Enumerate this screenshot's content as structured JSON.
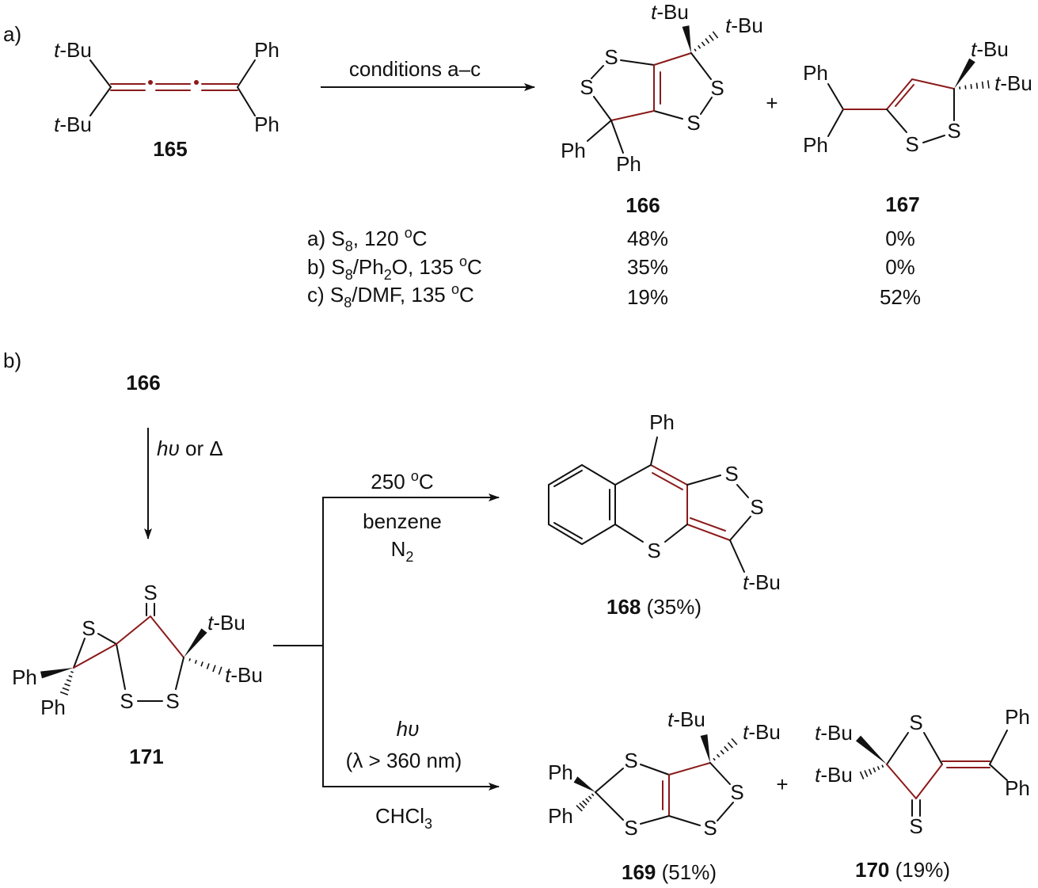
{
  "colors": {
    "bond": "#111111",
    "highlight": "#8b1a1a"
  },
  "part_a": {
    "label": "a)",
    "conditions_arrow": "conditions a–c",
    "plus": "+",
    "c165": {
      "id": "165",
      "tbu_t": "t",
      "tbu_rest": "-Bu",
      "ph": "Ph"
    },
    "c166": {
      "id": "166",
      "s": "S",
      "ph": "Ph",
      "tbu_t": "t",
      "tbu_rest": "-Bu"
    },
    "c167": {
      "id": "167",
      "s": "S",
      "ph": "Ph",
      "tbu_t": "t",
      "tbu_rest": "-Bu"
    },
    "table": [
      {
        "p1": "a) S",
        "sub": "8",
        "p2": ", 120 ",
        "sup": "o",
        "p3": "C",
        "y166": "48%",
        "y167": "0%"
      },
      {
        "p1": "b) S",
        "sub": "8",
        "p2": "/Ph",
        "sub2": "2",
        "p3a": "O, 135 ",
        "sup": "o",
        "p3": "C",
        "y166": "35%",
        "y167": "0%"
      },
      {
        "p1": "c) S",
        "sub": "8",
        "p2": "/DMF, 135 ",
        "sup": "o",
        "p3": "C",
        "y166": "19%",
        "y167": "52%"
      }
    ]
  },
  "part_b": {
    "label": "b)",
    "start": "166",
    "step1": {
      "hv": "hυ",
      "rest": " or Δ"
    },
    "path1": {
      "temp": "250 ",
      "sup": "o",
      "temp_unit": "C",
      "solvent": "benzene",
      "gas": "N",
      "gas_sub": "2"
    },
    "path2": {
      "hv": "hυ",
      "wavelength": "(λ > 360 nm)",
      "solvent": "CHCl",
      "solvent_sub": "3"
    },
    "c171": {
      "id": "171",
      "s": "S",
      "ph": "Ph",
      "tbu_t": "t",
      "tbu_rest": "-Bu"
    },
    "c168": {
      "id": "168",
      "yield": "(35%)",
      "s": "S",
      "ph": "Ph",
      "tbu_t": "t",
      "tbu_rest": "-Bu"
    },
    "c169": {
      "id": "169",
      "yield": "(51%)",
      "s": "S",
      "ph": "Ph",
      "tbu_t": "t",
      "tbu_rest": "-Bu"
    },
    "c170": {
      "id": "170",
      "yield": "(19%)",
      "s": "S",
      "ph": "Ph",
      "tbu_t": "t",
      "tbu_rest": "-Bu"
    },
    "plus": "+"
  }
}
